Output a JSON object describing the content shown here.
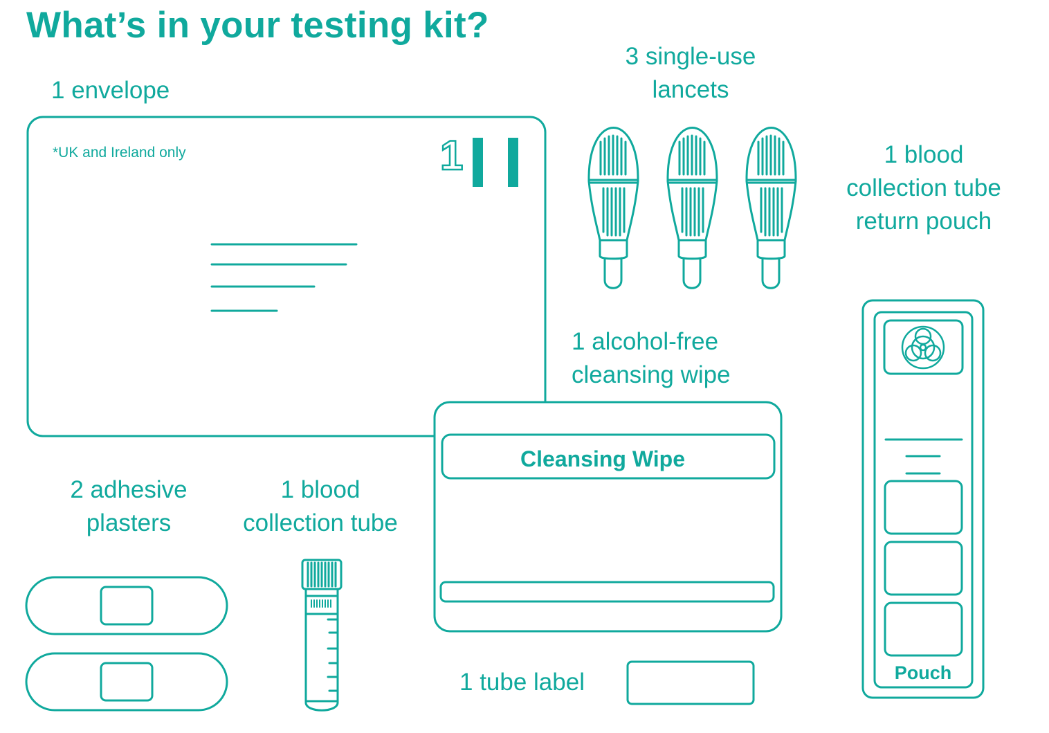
{
  "title": "What’s in your testing kit?",
  "labels": {
    "envelope": "1 envelope",
    "lancets_line1": "3 single-use",
    "lancets_line2": "lancets",
    "pouch_line1": "1 blood",
    "pouch_line2": "collection tube",
    "pouch_line3": "return pouch",
    "wipe_line1": "1 alcohol-free",
    "wipe_line2": "cleansing wipe",
    "plasters_line1": "2 adhesive",
    "plasters_line2": "plasters",
    "tube_line1": "1 blood",
    "tube_line2": "collection tube",
    "tube_label": "1 tube label"
  },
  "envelope": {
    "note": "*UK and Ireland only",
    "stamp_digit": "1"
  },
  "wipe": {
    "label": "Cleansing Wipe"
  },
  "pouch": {
    "label": "Pouch",
    "icon": "biohazard-icon"
  },
  "colors": {
    "accent": "#10a99d",
    "background": "#ffffff"
  }
}
